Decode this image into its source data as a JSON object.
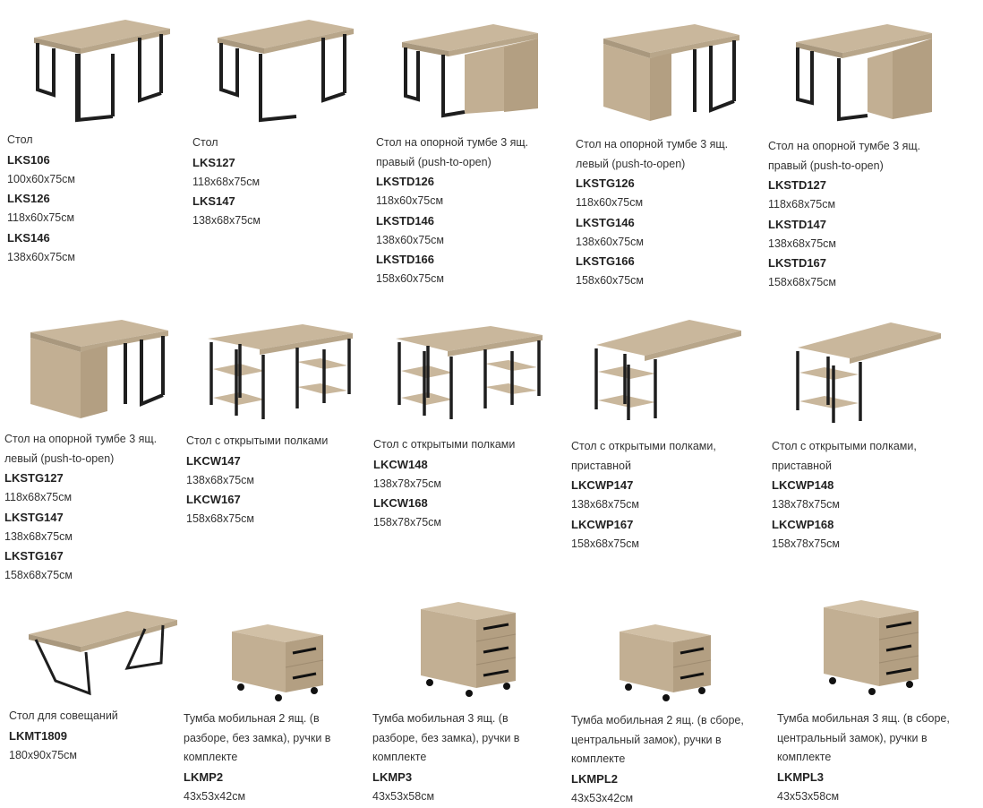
{
  "colors": {
    "wood": "#c9b79c",
    "wood_dark": "#a9987e",
    "frame": "#1e1e1e"
  },
  "items": [
    {
      "desc": [
        "Стол"
      ],
      "models": [
        {
          "code": "LKS106",
          "size": "100x60x75см"
        },
        {
          "code": "LKS126",
          "size": "118x60x75см"
        },
        {
          "code": "LKS146",
          "size": "138x60x75см"
        }
      ]
    },
    {
      "desc": [
        "Стол"
      ],
      "models": [
        {
          "code": "LKS127",
          "size": "118x68x75см"
        },
        {
          "code": "LKS147",
          "size": "138x68x75см"
        }
      ]
    },
    {
      "desc": [
        "Стол на опорной тумбе 3 ящ.",
        "правый (push-to-open)"
      ],
      "models": [
        {
          "code": "LKSTD126",
          "size": "118x60x75см"
        },
        {
          "code": "LKSTD146",
          "size": "138x60x75см"
        },
        {
          "code": "LKSTD166",
          "size": "158x60x75см"
        }
      ]
    },
    {
      "desc": [
        "Стол на опорной тумбе 3 ящ.",
        "левый (push-to-open)"
      ],
      "models": [
        {
          "code": "LKSTG126",
          "size": "118x60x75см"
        },
        {
          "code": "LKSTG146",
          "size": "138x60x75см"
        },
        {
          "code": "LKSTG166",
          "size": "158x60x75см"
        }
      ]
    },
    {
      "desc": [
        "Стол на опорной тумбе 3 ящ.",
        "правый (push-to-open)"
      ],
      "models": [
        {
          "code": "LKSTD127",
          "size": "118x68x75см"
        },
        {
          "code": "LKSTD147",
          "size": "138x68x75см"
        },
        {
          "code": "LKSTD167",
          "size": "158x68x75см"
        }
      ]
    },
    {
      "desc": [
        "Стол на опорной тумбе 3 ящ.",
        "левый (push-to-open)"
      ],
      "models": [
        {
          "code": "LKSTG127",
          "size": "118x68x75см"
        },
        {
          "code": "LKSTG147",
          "size": "138x68x75см"
        },
        {
          "code": "LKSTG167",
          "size": "158x68x75см"
        }
      ]
    },
    {
      "desc": [
        "Стол с открытыми полками"
      ],
      "models": [
        {
          "code": "LKCW147",
          "size": "138x68x75см"
        },
        {
          "code": "LKCW167",
          "size": "158x68x75см"
        }
      ]
    },
    {
      "desc": [
        "Стол с открытыми полками"
      ],
      "models": [
        {
          "code": "LKCW148",
          "size": "138x78x75см"
        },
        {
          "code": "LKCW168",
          "size": "158x78x75см"
        }
      ]
    },
    {
      "desc": [
        "Стол с открытыми полками,",
        "приставной"
      ],
      "models": [
        {
          "code": "LKCWP147",
          "size": "138x68x75см"
        },
        {
          "code": "LKCWP167",
          "size": "158x68x75см"
        }
      ]
    },
    {
      "desc": [
        "Стол с открытыми полками,",
        "приставной"
      ],
      "models": [
        {
          "code": "LKCWP148",
          "size": "138x78x75см"
        },
        {
          "code": "LKCWP168",
          "size": "158x78x75см"
        }
      ]
    },
    {
      "desc": [
        "Стол для совещаний"
      ],
      "models": [
        {
          "code": "LKMT1809",
          "size": "180x90x75см"
        }
      ]
    },
    {
      "desc": [
        "Тумба мобильная 2 ящ. (в",
        "разборе, без замка), ручки в",
        "комплекте"
      ],
      "models": [
        {
          "code": "LKMP2",
          "size": "43x53x42см"
        }
      ]
    },
    {
      "desc": [
        "Тумба мобильная 3 ящ. (в",
        "разборе, без замка), ручки в",
        "комплекте"
      ],
      "models": [
        {
          "code": "LKMP3",
          "size": "43x53x58см"
        }
      ]
    },
    {
      "desc": [
        "Тумба мобильная 2 ящ. (в сборе,",
        "центральный замок), ручки в",
        "комплекте"
      ],
      "models": [
        {
          "code": "LKMPL2",
          "size": "43x53x42см"
        }
      ]
    },
    {
      "desc": [
        "Тумба мобильная 3 ящ. (в сборе,",
        "центральный замок), ручки в",
        "комплекте"
      ],
      "models": [
        {
          "code": "LKMPL3",
          "size": "43x53x58см"
        }
      ]
    }
  ]
}
